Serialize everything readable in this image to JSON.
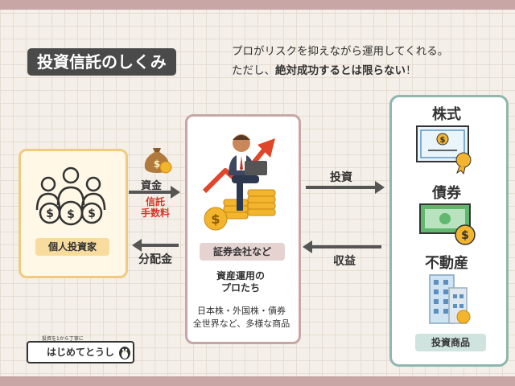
{
  "title": "投資信託のしくみ",
  "subtitle_lines": [
    "プロがリスクを抑えながら運用してくれる。",
    "ただし、",
    "絶対成功するとは限らない",
    "！"
  ],
  "nodes": {
    "investor": {
      "label": "個人投資家"
    },
    "company": {
      "label": "証券会社など",
      "desc1": "資産運用の",
      "desc2": "プロたち",
      "products1": "日本株・外国株・債券",
      "products2": "全世界など、多様な商品"
    },
    "products": {
      "label": "投資商品",
      "items": [
        "株式",
        "債券",
        "不動産"
      ]
    }
  },
  "edges": {
    "funds": {
      "label": "資金",
      "fee1": "信託",
      "fee2": "手数料"
    },
    "distribution": {
      "label": "分配金"
    },
    "invest": {
      "label": "投資"
    },
    "returns": {
      "label": "収益"
    }
  },
  "logo": {
    "text": "はじめてとうし",
    "tagline": "投資を1から丁寧に"
  },
  "colors": {
    "investor_border": "#f0cb7f",
    "company_border": "#c9a6a6",
    "product_border": "#8fb7ae",
    "fee_text": "#d9362b",
    "arrow": "#555555"
  }
}
